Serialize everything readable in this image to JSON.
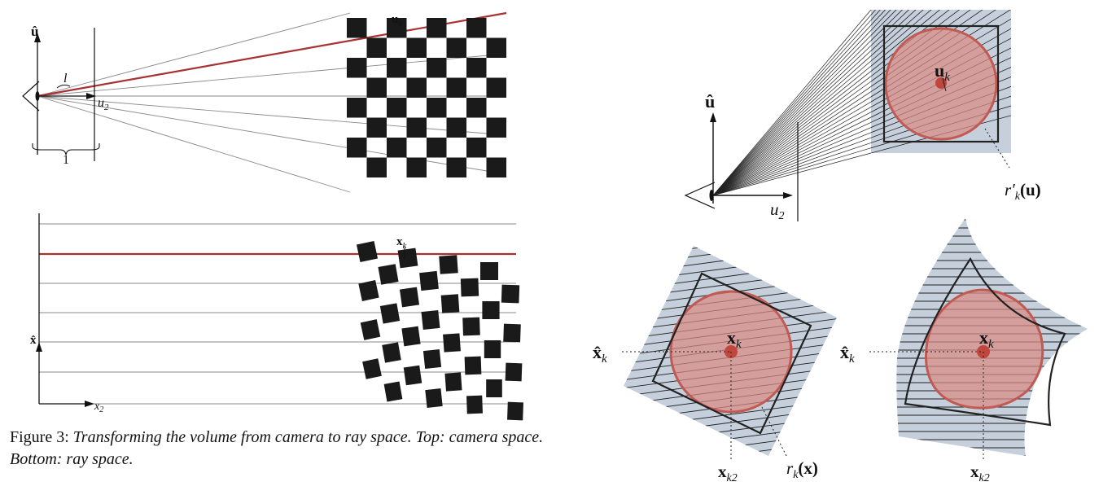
{
  "caption": {
    "label": "Figure 3:",
    "text": "Transforming the volume from camera to ray space. Top: camera space. Bottom: ray space."
  },
  "top_left": {
    "u_hat": "û",
    "u2_base": "u",
    "u2_sub": "2",
    "l": "l",
    "one": "1",
    "uk_base": "u",
    "uk_sub": "k"
  },
  "bottom_left": {
    "x_hat": "x̂",
    "x2_base": "x",
    "x2_sub": "2",
    "xk_base": "x",
    "xk_sub": "k"
  },
  "top_right": {
    "u_hat": "û",
    "u2_base": "u",
    "u2_sub": "2",
    "uk_base": "u",
    "uk_sub": "k",
    "rk_prime": "r′",
    "rk_sub": "k",
    "rk_arg": "(u)"
  },
  "bottom_mid": {
    "xhat_k": "x̂",
    "xhat_sub": "k",
    "xk_base": "x",
    "xk_sub": "k",
    "xk2_base": "x",
    "xk2_sub": "k2",
    "rk": "r",
    "rk_sub": "k",
    "rk_arg": "(x)"
  },
  "bottom_right": {
    "xhat_k": "x̂",
    "xhat_sub": "k",
    "xk_base": "x",
    "xk_sub": "k",
    "xk2_base": "x",
    "xk2_sub": "k2"
  },
  "colors": {
    "ray": "#a83232",
    "kernel_fill": "#d98a85",
    "kernel_stroke": "#c05a52",
    "kernel_dot": "#c0463e",
    "region": "#c5d0dc",
    "checker": "#1a1a1a",
    "thin_line": "#8a8a8a"
  }
}
